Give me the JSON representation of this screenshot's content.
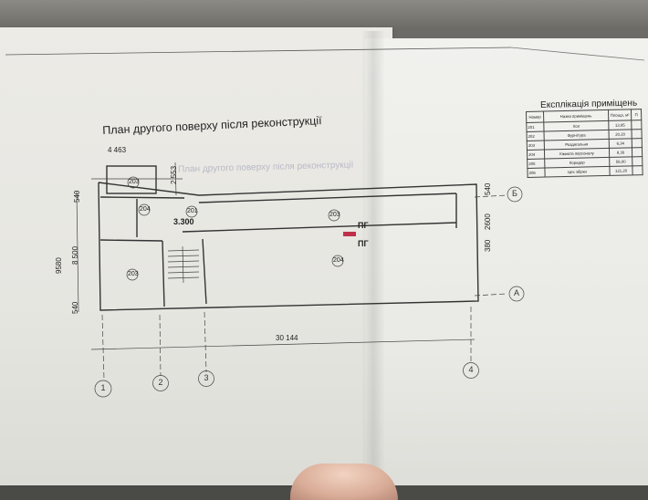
{
  "plan": {
    "title": "План другого поверху після реконструкції",
    "faded_text": "План другого поверху після реконструкції",
    "level_mark": "3.300",
    "room_numbers": [
      "203",
      "204",
      "201",
      "203",
      "203",
      "204"
    ],
    "pg_labels": [
      "ПГ",
      "ПГ"
    ],
    "dimensions": {
      "top_width": "4 463",
      "stair_block": "2 553",
      "total_height": "9580",
      "inner_height": "8 500",
      "edge_top": "540",
      "edge_bottom": "540",
      "right_top": "540",
      "right_mid": "2600",
      "right_low": "380",
      "overall_length": "30 144"
    },
    "axes_vertical": [
      "1",
      "2",
      "3",
      "4"
    ],
    "axes_horizontal": [
      "Б",
      "А"
    ]
  },
  "explication": {
    "title": "Експлікація приміщень",
    "headers": [
      "Номер",
      "Назва приміщень",
      "Площа, м²",
      "П"
    ],
    "rows": [
      {
        "num": "201",
        "name": "Хол",
        "area": "13,95"
      },
      {
        "num": "202",
        "name": "Фурнітура",
        "area": "20,20"
      },
      {
        "num": "203",
        "name": "Роздягальня",
        "area": "6,34"
      },
      {
        "num": "204",
        "name": "Кімната персоналу",
        "area": "8,30"
      },
      {
        "num": "205",
        "name": "Коридор",
        "area": "56,00"
      },
      {
        "num": "206",
        "name": "Цех збірки",
        "area": "121,20"
      }
    ]
  },
  "colors": {
    "paper": "#e8e8e3",
    "ink": "#2a2a2a",
    "door_mark": "#c0304a",
    "background": "#5a5955"
  }
}
